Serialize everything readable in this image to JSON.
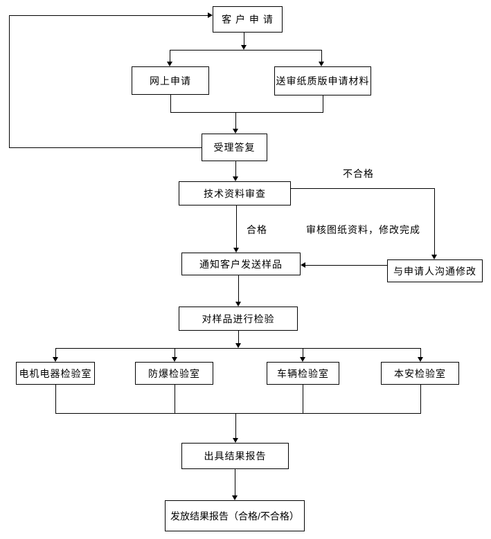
{
  "diagram": {
    "nodes": {
      "customer_apply": "客 户 申 请",
      "online_apply": "网上申请",
      "paper_apply": "送审纸质版申请材料",
      "acceptance_reply": "受理答复",
      "tech_review": "技术资料审查",
      "notify_sample": "通知客户发送样品",
      "communicate_modify": "与申请人沟通修改",
      "sample_inspect": "对样品进行检验",
      "lab_motor": "电机电器检验室",
      "lab_explosion": "防爆检验室",
      "lab_vehicle": "车辆检验室",
      "lab_intrinsic": "本安检验室",
      "issue_report": "出具结果报告",
      "release_report": "发放结果报告（合格/不合格）"
    },
    "edge_labels": {
      "unqualified": "不合格",
      "qualified": "合格",
      "review_complete": "审核图纸资料，修改完成"
    },
    "colors": {
      "line": "#000000",
      "box_border": "#000000",
      "box_background": "#ffffff",
      "text": "#000000",
      "page_background": "#ffffff"
    }
  }
}
